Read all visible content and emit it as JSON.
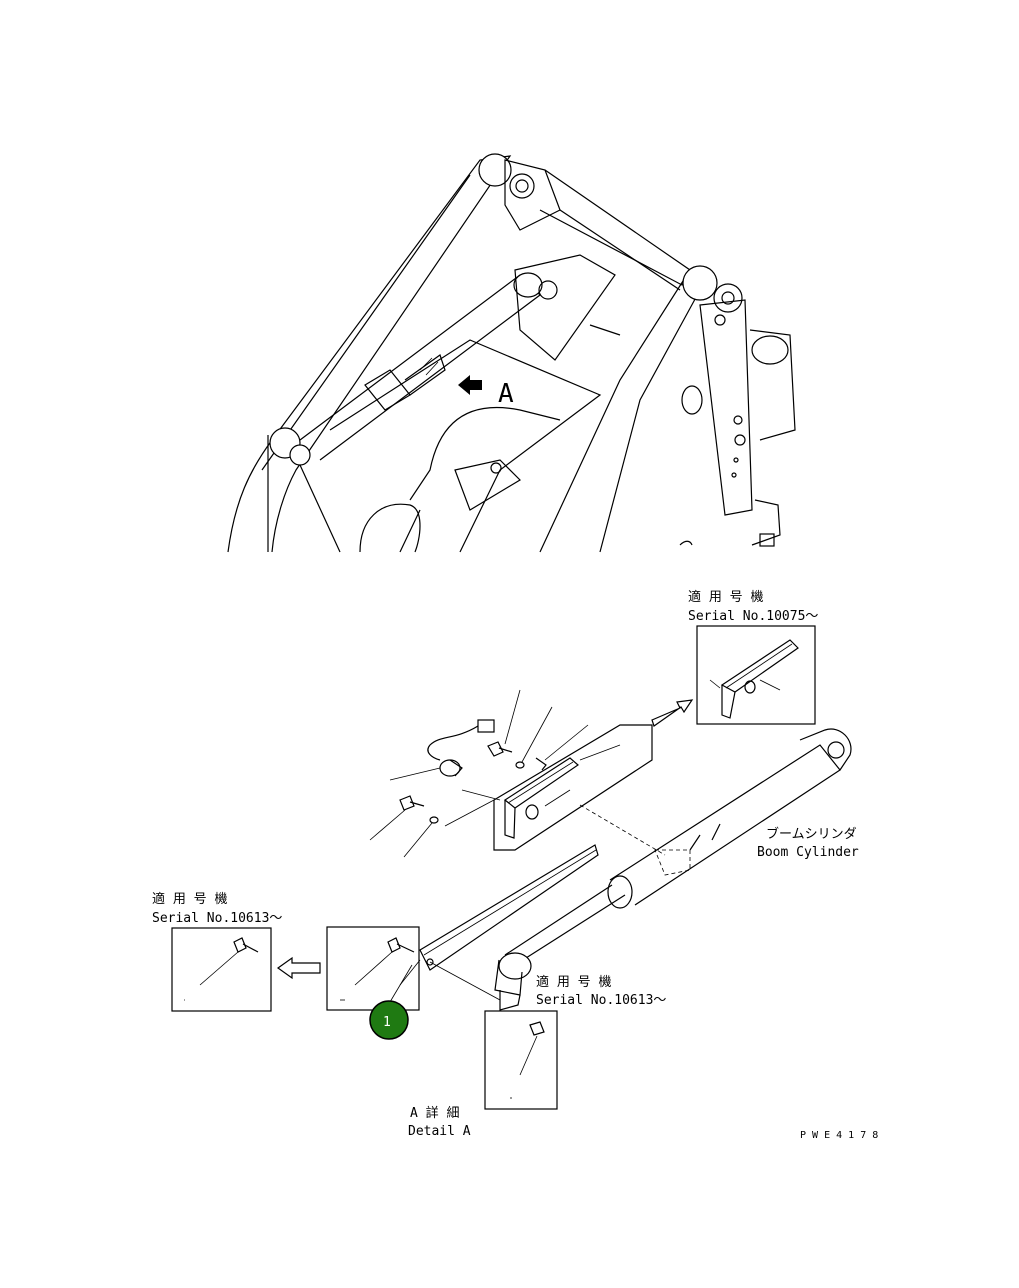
{
  "overview": {
    "view_letter": "A"
  },
  "inset_top_right": {
    "label_jp": "適 用 号 機",
    "label_en": "Serial No.10075〜"
  },
  "inset_left": {
    "label_jp": "適 用 号 機",
    "label_en": "Serial No.10613〜"
  },
  "inset_center": {
    "label_jp": "適 用 号 機",
    "label_en": "Serial No.10613〜"
  },
  "boom_cylinder": {
    "label_jp": "ブームシリンダ",
    "label_en": "Boom Cylinder"
  },
  "detail": {
    "label_jp": "A 詳 細",
    "label_en": "Detail A"
  },
  "drawing_code": "P W E 4 1 7 8",
  "callouts": [
    {
      "number": "1",
      "color": "#1f7a12"
    }
  ]
}
